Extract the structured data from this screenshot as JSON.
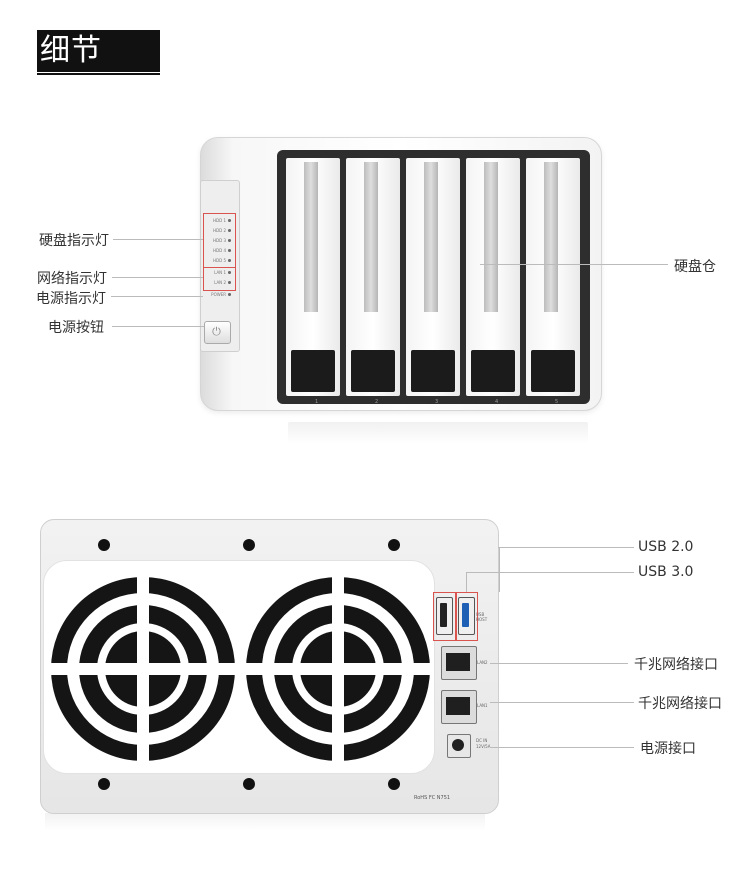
{
  "header": {
    "title": "细节"
  },
  "front": {
    "callouts": {
      "hdd_indicator": "硬盘指示灯",
      "network_indicator": "网络指示灯",
      "power_indicator": "电源指示灯",
      "power_button": "电源按钮",
      "drive_bay": "硬盘仓"
    },
    "leds": [
      "HDD 1",
      "HDD 2",
      "HDD 3",
      "HDD 4",
      "HDD 5",
      "LAN 1",
      "LAN 2",
      "POWER"
    ],
    "bay_numbers": [
      "1",
      "2",
      "3",
      "4",
      "5"
    ]
  },
  "rear": {
    "callouts": {
      "usb2": "USB 2.0",
      "usb3": "USB 3.0",
      "lan1": "千兆网络接口",
      "lan2": "千兆网络接口",
      "dc": "电源接口"
    },
    "port_labels": {
      "usb": "USB HOST",
      "lan2": "LAN2",
      "lan1": "LAN1",
      "dc_1": "DC IN",
      "dc_2": "12V/5A"
    },
    "certifications": "RoHS  FC  N751"
  }
}
